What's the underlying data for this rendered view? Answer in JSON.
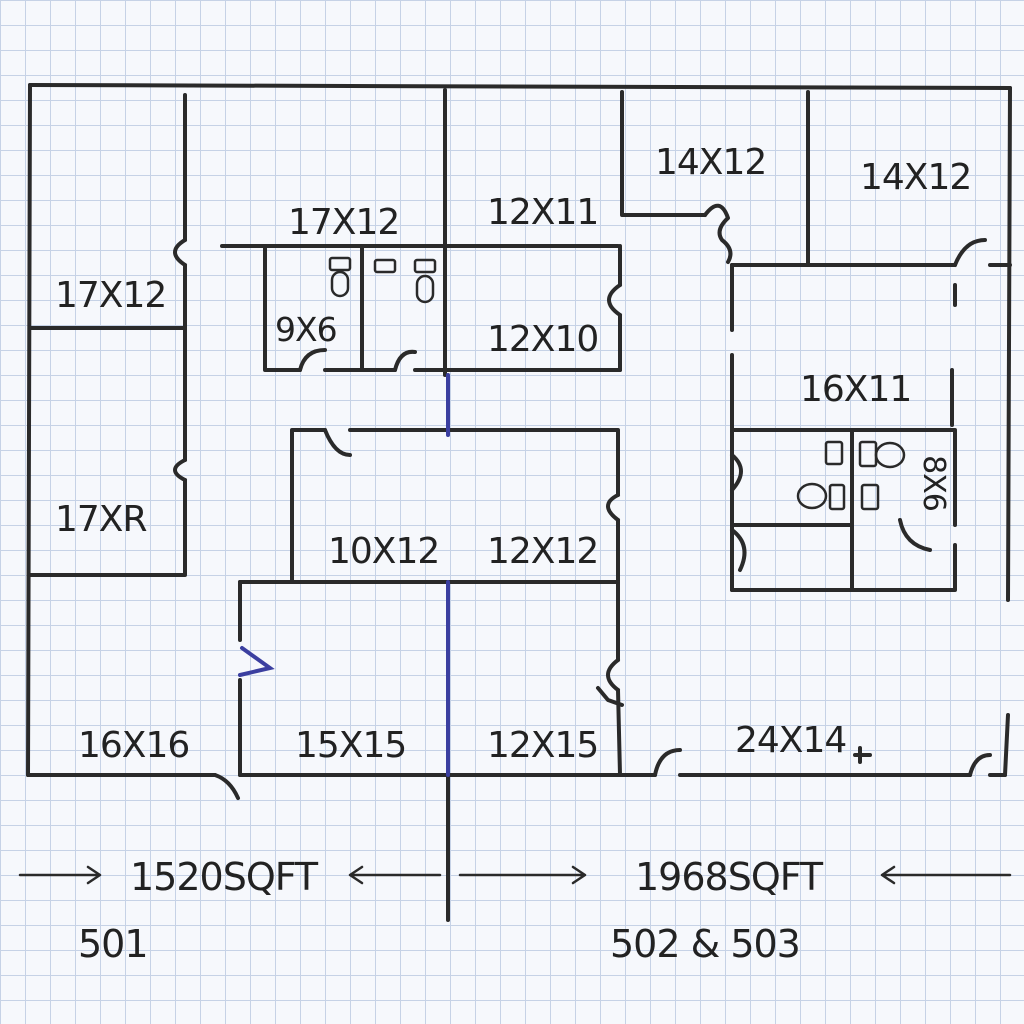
{
  "rooms": [
    "17X12",
    "17XR",
    "16X16",
    "17X12",
    "9X6",
    "12X11",
    "12X10",
    "14X12",
    "14X12",
    "16X11",
    "8X6",
    "10X12",
    "12X12",
    "15X15",
    "12X15",
    "24X14"
  ],
  "footer": {
    "left_area": "1520SQFT",
    "right_area": "1968SQFT",
    "left_unit": "501",
    "right_unit": "502 & 503"
  },
  "colors": {
    "wall": "#2a2a2a",
    "divider": "#3b3fa0",
    "grid": "#c6d2e6"
  }
}
